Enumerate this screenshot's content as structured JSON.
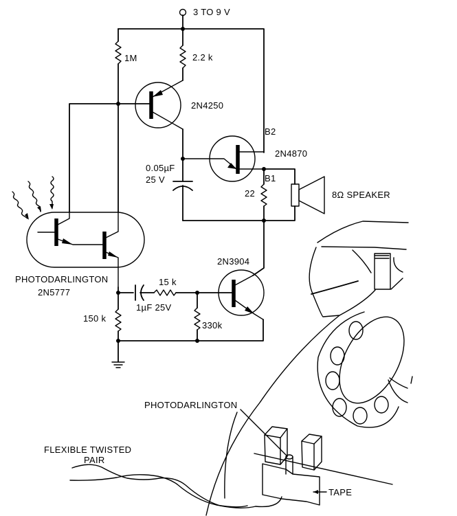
{
  "diagram": {
    "title": "Photodarlington telephone dial click detector circuit",
    "supply": {
      "label": "3 TO 9 V"
    },
    "resistors": [
      {
        "id": "r1",
        "label": "1M"
      },
      {
        "id": "r2",
        "label": "2.2 k"
      },
      {
        "id": "r3",
        "label": "22"
      },
      {
        "id": "r4",
        "label": "15 k"
      },
      {
        "id": "r5",
        "label": "150 k"
      },
      {
        "id": "r6",
        "label": "330k"
      }
    ],
    "capacitors": [
      {
        "id": "c1",
        "label_value": "0.05µF",
        "label_voltage": "25 V"
      },
      {
        "id": "c2",
        "label": "1µF 25V"
      }
    ],
    "transistors": [
      {
        "id": "q1",
        "label": "2N4250"
      },
      {
        "id": "q2",
        "label": "2N4870"
      },
      {
        "id": "q3",
        "label": "2N3904"
      }
    ],
    "ujt_terminals": {
      "b2": "B2",
      "b1": "B1"
    },
    "speaker": {
      "label": "8Ω SPEAKER"
    },
    "photodarlington": {
      "label": "PHOTODARLINGTON",
      "part": "2N5777"
    },
    "illustration": {
      "photodarlington_label": "PHOTODARLINGTON",
      "wire_label_line1": "FLEXIBLE TWISTED",
      "wire_label_line2": "PAIR",
      "tape_label": "TAPE"
    }
  }
}
